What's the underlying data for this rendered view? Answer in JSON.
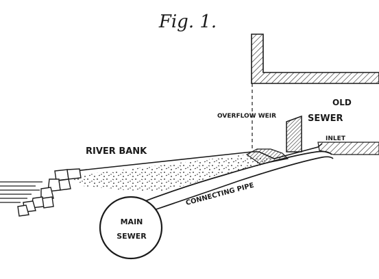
{
  "figure": {
    "title": "Fig. 1.",
    "labels": {
      "old_sewer_line1": "OLD",
      "old_sewer_line2": "SEWER",
      "overflow_weir": "OVERFLOW WEIR",
      "inlet": "INLET",
      "river_bank": "RIVER BANK",
      "connecting_pipe": "CONNECTING PIPE",
      "main_sewer_line1": "MAIN",
      "main_sewer_line2": "SEWER"
    }
  },
  "colors": {
    "ink": "#1a1a1a",
    "paper": "#ffffff"
  }
}
